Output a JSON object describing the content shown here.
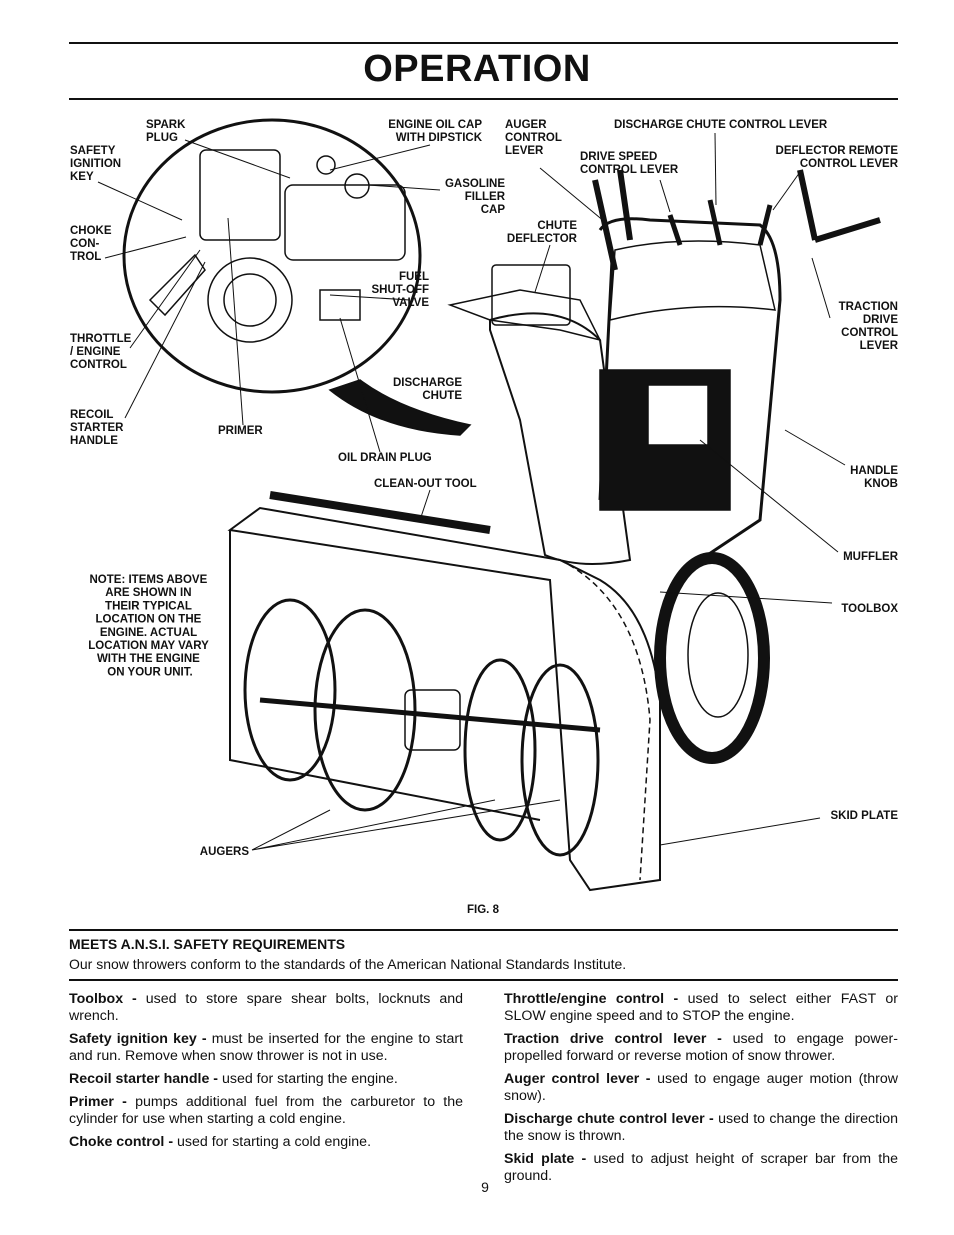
{
  "page": {
    "title": "OPERATION",
    "page_number": "9"
  },
  "figure": {
    "caption": "FIG. 8",
    "labels": {
      "spark_plug": [
        "SPARK",
        "PLUG"
      ],
      "engine_oil_cap": [
        "ENGINE OIL CAP",
        "WITH DIPSTICK"
      ],
      "safety_ignition_key": [
        "SAFETY",
        "IGNITION",
        "KEY"
      ],
      "gasoline_filler_cap": [
        "GASOLINE",
        "FILLER",
        "CAP"
      ],
      "choke_control": [
        "CHOKE",
        "CON-",
        "TROL"
      ],
      "fuel_shutoff_valve": [
        "FUEL",
        "SHUT-OFF",
        "VALVE"
      ],
      "throttle_engine_control": [
        "THROTTLE",
        "/ ENGINE",
        "CONTROL"
      ],
      "recoil_starter_handle": [
        "RECOIL",
        "STARTER",
        "HANDLE"
      ],
      "primer": [
        "PRIMER"
      ],
      "oil_drain_plug": [
        "OIL DRAIN PLUG"
      ],
      "discharge_chute": [
        "DISCHARGE",
        "CHUTE"
      ],
      "clean_out_tool": [
        "CLEAN-OUT TOOL"
      ],
      "auger_control_lever": [
        "AUGER",
        "CONTROL",
        "LEVER"
      ],
      "discharge_chute_control_lever": [
        "DISCHARGE CHUTE CONTROL LEVER"
      ],
      "drive_speed_control_lever": [
        "DRIVE SPEED",
        "CONTROL LEVER"
      ],
      "deflector_remote_control_lever": [
        "DEFLECTOR REMOTE",
        "CONTROL LEVER"
      ],
      "chute_deflector": [
        "CHUTE",
        "DEFLECTOR"
      ],
      "traction_drive_control_lever": [
        "TRACTION",
        "DRIVE",
        "CONTROL",
        "LEVER"
      ],
      "handle_knob": [
        "HANDLE",
        "KNOB"
      ],
      "muffler": [
        "MUFFLER"
      ],
      "toolbox": [
        "TOOLBOX"
      ],
      "skid_plate": [
        "SKID PLATE"
      ],
      "augers": [
        "AUGERS"
      ],
      "note": [
        "NOTE: ITEMS ABOVE",
        "ARE SHOWN IN",
        "THEIR TYPICAL",
        "LOCATION ON THE",
        "ENGINE.  ACTUAL",
        "LOCATION MAY VARY",
        "WITH THE ENGINE",
        "ON YOUR UNIT."
      ]
    }
  },
  "safety": {
    "heading": "MEETS A.N.S.I. SAFETY REQUIREMENTS",
    "text": "Our snow throwers conform to the standards of the American National Standards Institute."
  },
  "definitions_left": [
    {
      "term": "Toolbox -",
      "text": " used to store spare shear bolts, locknuts and wrench."
    },
    {
      "term": "Safety ignition key -",
      "text": " must be inserted for the engine to start and run.  Remove when snow thrower is not in use."
    },
    {
      "term": "Recoil starter handle -",
      "text": " used for starting the engine."
    },
    {
      "term": "Primer -",
      "text": " pumps additional fuel from the carburetor to the cylinder for use when starting a cold engine."
    },
    {
      "term": "Choke control -",
      "text": " used for starting a cold engine."
    }
  ],
  "definitions_right": [
    {
      "term": "Throttle/engine control -",
      "text": " used to select either FAST or SLOW engine speed and to STOP the engine."
    },
    {
      "term": "Traction drive control lever -",
      "text": " used to engage power-propelled forward or reverse motion of snow thrower."
    },
    {
      "term": "Auger control lever -",
      "text": " used to engage auger motion (throw snow)."
    },
    {
      "term": "Discharge chute control lever -",
      "text": " used to change the direction the snow is thrown."
    },
    {
      "term": "Skid plate -",
      "text": " used to adjust height of scraper bar from the ground."
    }
  ]
}
